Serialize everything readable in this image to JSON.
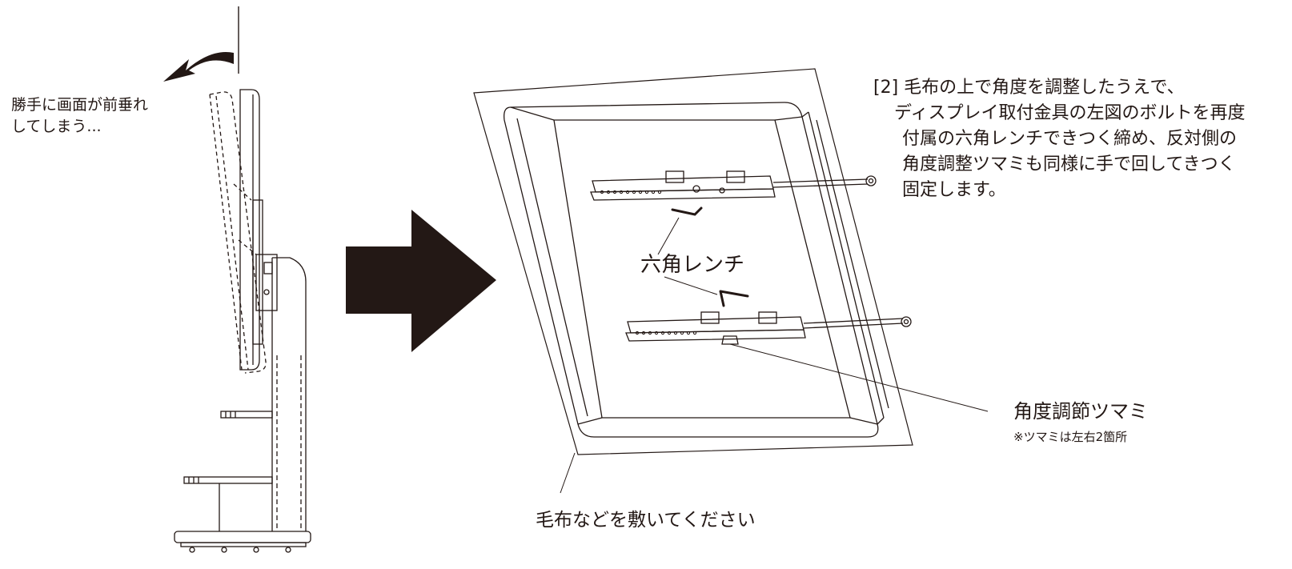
{
  "warning": {
    "line1": "勝手に画面が前垂れ",
    "line2": "してしまう..."
  },
  "step": {
    "line1": "[2] 毛布の上で角度を調整したうえで、",
    "line2": "ディスプレイ取付金具の左図のボルトを再度",
    "line3": "付属の六角レンチできつく締め、反対側の",
    "line4": "角度調整ツマミも同様に手で回してきつく",
    "line5": "固定します。"
  },
  "labels": {
    "hex_wrench": "六角レンチ",
    "angle_knob": "角度調節ツマミ",
    "knob_note": "※ツマミは左右2箇所",
    "blanket": "毛布などを敷いてください"
  },
  "colors": {
    "line": "#231815",
    "arrow": "#231815"
  },
  "icons": {
    "tilt_arrow": "curved-arrow-icon",
    "direction_arrow": "arrow-right-icon"
  }
}
